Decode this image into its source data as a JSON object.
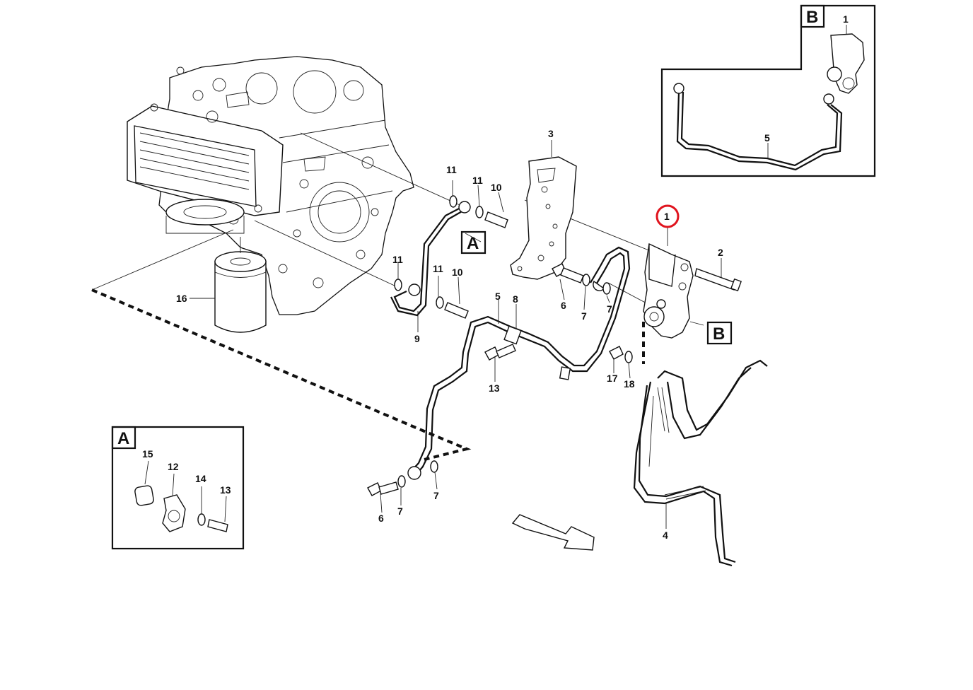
{
  "callouts": {
    "c1_top": "1",
    "c1_main": "1",
    "c2": "2",
    "c3": "3",
    "c4": "4",
    "c5_top": "5",
    "c5_main": "5",
    "c6a": "6",
    "c6b": "6",
    "c7a": "7",
    "c7b": "7",
    "c7c": "7",
    "c7d": "7",
    "c8": "8",
    "c9": "9",
    "c10a": "10",
    "c10b": "10",
    "c11a": "11",
    "c11b": "11",
    "c11c": "11",
    "c11d": "11",
    "c12": "12",
    "c13a": "13",
    "c13b": "13",
    "c14": "14",
    "c15": "15",
    "c16": "16",
    "c17": "17",
    "c18": "18"
  },
  "views": {
    "detail_a": "A",
    "detail_b": "B",
    "ref_a": "A",
    "ref_b": "B"
  },
  "colors": {
    "line": "#111111",
    "highlight": "#e0141e",
    "background": "#ffffff"
  }
}
